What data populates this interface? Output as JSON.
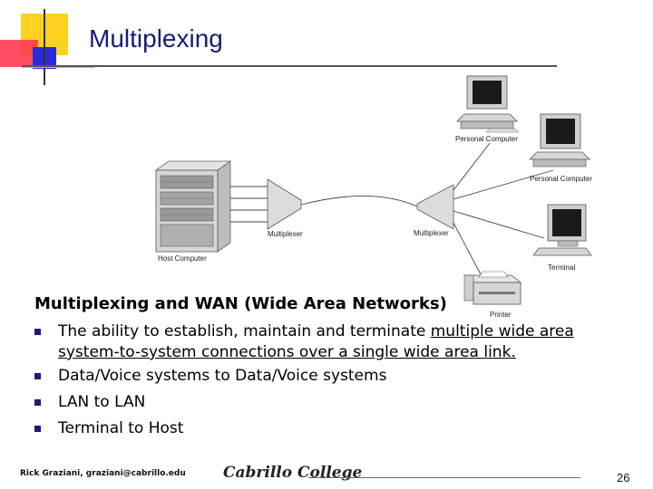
{
  "slide": {
    "title": "Multiplexing",
    "heading": "Multiplexing and WAN (Wide Area Networks)",
    "bullets": [
      {
        "pre": "The ability to establish, maintain and terminate ",
        "link1": "multiple wide area",
        "link2": "system-to-system connections over a single wide area link."
      },
      {
        "text": "Data/Voice systems to Data/Voice systems"
      },
      {
        "text": "LAN to LAN"
      },
      {
        "text": "Terminal to Host"
      }
    ],
    "footer_author": "Rick Graziani, graziani@cabrillo.edu",
    "footer_logo": "Cabrillo College",
    "page_number": "26"
  },
  "diagram": {
    "labels": {
      "host": "Host Computer",
      "mux_left": "Multiplexer",
      "mux_right": "Multiplexer",
      "pc1": "Personal Computer",
      "pc2": "Personal Computer",
      "terminal": "Terminal",
      "printer": "Printer"
    }
  }
}
